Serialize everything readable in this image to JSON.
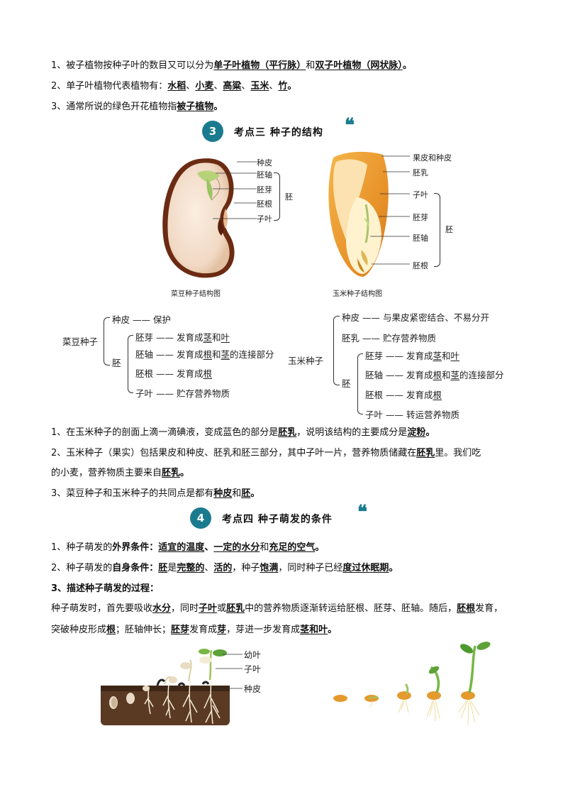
{
  "classification": {
    "line1": {
      "pre": "1、被子植物按种子叶的数目又可以分为",
      "b1": "单子叶植物（平行脉）",
      "mid": "和",
      "b2": "双子叶植物（网状脉）",
      "end": "。"
    },
    "line2": {
      "pre": "2、单子叶植物代表植物有：",
      "items": [
        "水稻",
        "小麦",
        "高粱",
        "玉米",
        "竹"
      ],
      "sep": "、",
      "end": "。"
    },
    "line3": {
      "pre": "3、通常所说的绿色开花植物指",
      "b": "被子植物",
      "end": "。"
    }
  },
  "section3": {
    "number": "3",
    "title": "考点三   种子的结构"
  },
  "bean_diagram": {
    "labels": {
      "seed_coat": "种皮",
      "hypocotyl": "胚轴",
      "plumule": "胚芽",
      "radicle": "胚根",
      "cotyledon": "子叶",
      "embryo": "胚"
    },
    "caption": "菜豆种子结构图"
  },
  "corn_diagram": {
    "labels": {
      "pericarp": "果皮和种皮",
      "endosperm": "胚乳",
      "cotyledon": "子叶",
      "plumule": "胚芽",
      "hypocotyl": "胚轴",
      "radicle": "胚根",
      "embryo": "胚"
    },
    "caption": "玉米种子结构图"
  },
  "bean_tree": {
    "root": "菜豆种子",
    "seed_coat": {
      "name": "种皮",
      "dash": "——",
      "desc": "保护"
    },
    "embryo": "胚",
    "parts": [
      {
        "name": "胚芽",
        "pre": "发育成",
        "u1": "茎",
        "mid": "和",
        "u2": "叶",
        "post": ""
      },
      {
        "name": "胚轴",
        "pre": "发育成",
        "u1": "根",
        "mid": "和",
        "u2": "茎",
        "post": "的连接部分"
      },
      {
        "name": "胚根",
        "pre": "发育成",
        "u1": "根",
        "mid": "",
        "u2": "",
        "post": ""
      },
      {
        "name": "子叶",
        "pre": "贮存营养物质",
        "u1": "",
        "mid": "",
        "u2": "",
        "post": ""
      }
    ]
  },
  "corn_tree": {
    "root": "玉米种子",
    "seed_coat": {
      "name": "种皮",
      "desc": "与果皮紧密结合、不易分开"
    },
    "endosperm": {
      "name": "胚乳",
      "desc": "贮存营养物质"
    },
    "embryo": "胚",
    "parts": [
      {
        "name": "胚芽",
        "pre": "发育成",
        "u1": "茎",
        "mid": "和",
        "u2": "叶",
        "post": ""
      },
      {
        "name": "胚轴",
        "pre": "发育成",
        "u1": "根",
        "mid": "和",
        "u2": "茎",
        "post": "的连接部分"
      },
      {
        "name": "胚根",
        "pre": "发育成",
        "u1": "根",
        "mid": "",
        "u2": "",
        "post": ""
      },
      {
        "name": "子叶",
        "pre": "转运营养物质",
        "u1": "",
        "mid": "",
        "u2": "",
        "post": ""
      }
    ]
  },
  "facts": {
    "f1": {
      "pre": "1、在玉米种子的剖面上滴一滴碘液，变成蓝色的部分是",
      "b1": "胚乳",
      "mid": "，说明该结构的主要成分是",
      "b2": "淀粉",
      "end": "。"
    },
    "f2": {
      "pre": "2、玉米种子（果实）包括果皮和种皮、胚乳和胚三部分，其中子叶一片，营养物质储藏在",
      "b1": "胚乳",
      "mid": "里。我们吃",
      "line2pre": "的小麦，营养物质主要来自",
      "b2": "胚乳",
      "end": "。"
    },
    "f3": {
      "pre": "3、菜豆种子和玉米种子的共同点是都有",
      "b1": "种皮",
      "mid": "和",
      "b2": "胚",
      "end": "。"
    }
  },
  "section4": {
    "number": "4",
    "title": "考点四   种子萌发的条件"
  },
  "germination": {
    "g1": {
      "pre": "1、种子萌发的",
      "b0": "外界条件：",
      "b1": "适宜的温度",
      "s1": "、",
      "b2": "一定的水分",
      "s2": "和",
      "b3": "充足的空气",
      "end": "。"
    },
    "g2": {
      "pre": "2、种子萌发的",
      "b0": "自身条件：",
      "b1": "胚",
      "s1": "是",
      "b2": "完整的",
      "s2": "、",
      "b3": "活的",
      "s3": "，种子",
      "b4": "饱满",
      "s4": "，同时种子已经",
      "b5": "度过休眠期",
      "end": "。"
    },
    "g3_title": "3、描述种子萌发的过程：",
    "process": {
      "t1": "种子萌发时，首先要吸收",
      "b1": "水分",
      "t2": "，同时",
      "b2": "子叶",
      "t3": "或",
      "b3": "胚乳",
      "t4": "中的营养物质逐渐转运给胚根、胚芽、胚轴。随后，",
      "b4": "胚根",
      "t5": "发育，突破种皮形成",
      "b5": "根",
      "t6": "；胚轴伸长；",
      "b6": "胚芽",
      "t7": "发育成",
      "b7": "芽",
      "t8": "，芽进一步发育成",
      "b8": "茎和叶",
      "t9": "。"
    }
  },
  "germ_diagram": {
    "labels": {
      "young_leaf": "幼叶",
      "cotyledon": "子叶",
      "seed_coat": "种皮"
    }
  }
}
